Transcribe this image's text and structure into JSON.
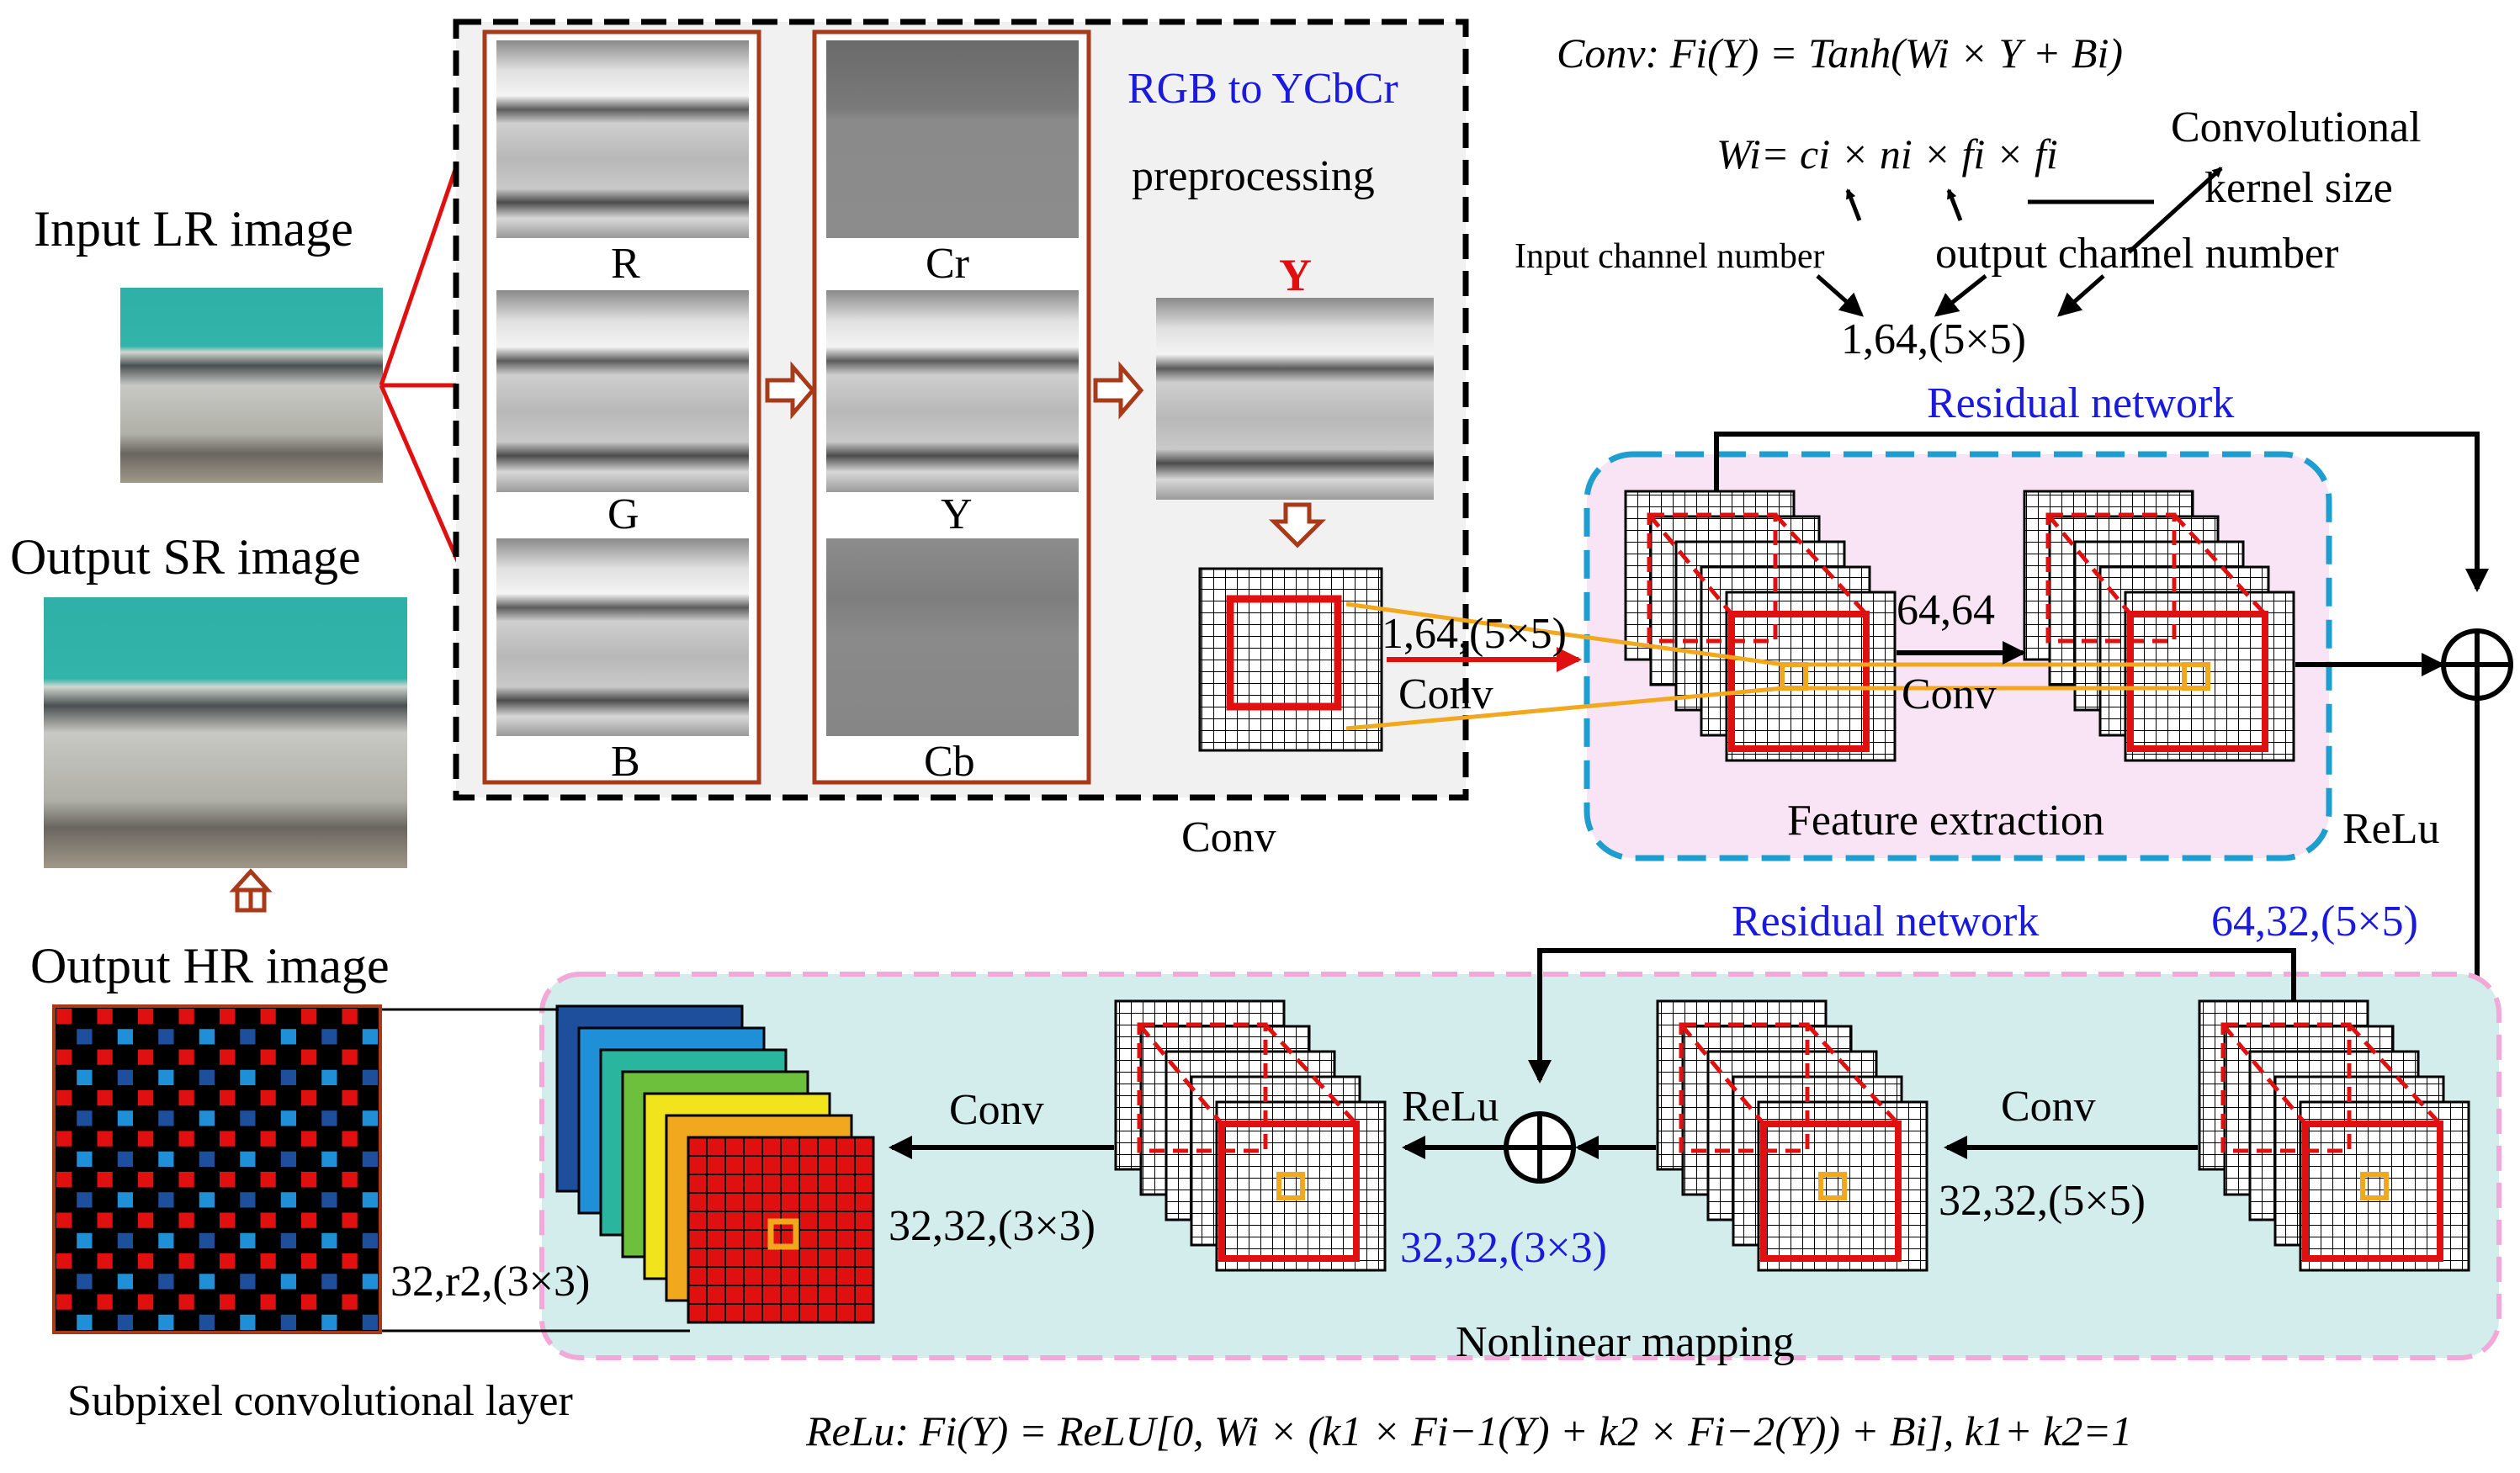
{
  "title": "",
  "labels": {
    "input_lr": "Input LR image",
    "output_sr": "Output SR image",
    "output_hr": "Output HR image",
    "channel_r": "R",
    "channel_g": "G",
    "channel_b": "B",
    "channel_cr": "Cr",
    "channel_y": "Y",
    "channel_cb": "Cb",
    "y_output": "Y",
    "rgb_to_ycbcr": "RGB to YCbCr",
    "preprocessing": "preprocessing",
    "conv_under_preproc": "Conv",
    "conv1_params": "1,64,(5×5)",
    "conv1_label": "Conv",
    "conv2_params": "64,64",
    "conv2_label": "Conv",
    "feature_extraction": "Feature extraction",
    "residual_network_top": "Residual network",
    "relu_right": "ReLu",
    "params_64_32": "64,32,(5×5)",
    "residual_network_bottom": "Residual network",
    "conv_nl": "Conv",
    "params_32_32_5": "32,32,(5×5)",
    "relu_nl": "ReLu",
    "params_32_32_3_blue": "32,32,(3×3)",
    "conv_left": "Conv",
    "params_32_32_3": "32,32,(3×3)",
    "params_32_r2": "32,r2,(3×3)",
    "nonlinear_mapping": "Nonlinear mapping",
    "subpixel_layer": "Subpixel convolutional layer"
  },
  "annotations": {
    "conv_formula": "Conv: Fi(Y) = Tanh(Wi × Y + Bi)",
    "weight_formula": "Wi= ci × ni × fi × fi",
    "kernel_size_1": "Convolutional",
    "kernel_size_2": "kernel size",
    "input_channel_number": "Input channel number",
    "output_channel_number": "output channel number",
    "example_params": "1,64,(5×5)",
    "relu_formula": "ReLu: Fi(Y) = ReLU[0, Wi × (k1 × Fi−1(Y) + k2 × Fi−2(Y)) + Bi], k1+ k2=1"
  },
  "colors": {
    "accent_red": "#e01010",
    "box_brown": "#a83a1a",
    "blue_text": "#1a1adc",
    "feature_bg": "#f8e4f4",
    "feature_border": "#1e9ecf",
    "nonlinear_bg": "#d3ecec",
    "nonlinear_border": "#f2a8d8",
    "orange_line": "#f2a81e",
    "teal_image": "#2fb0a8"
  }
}
